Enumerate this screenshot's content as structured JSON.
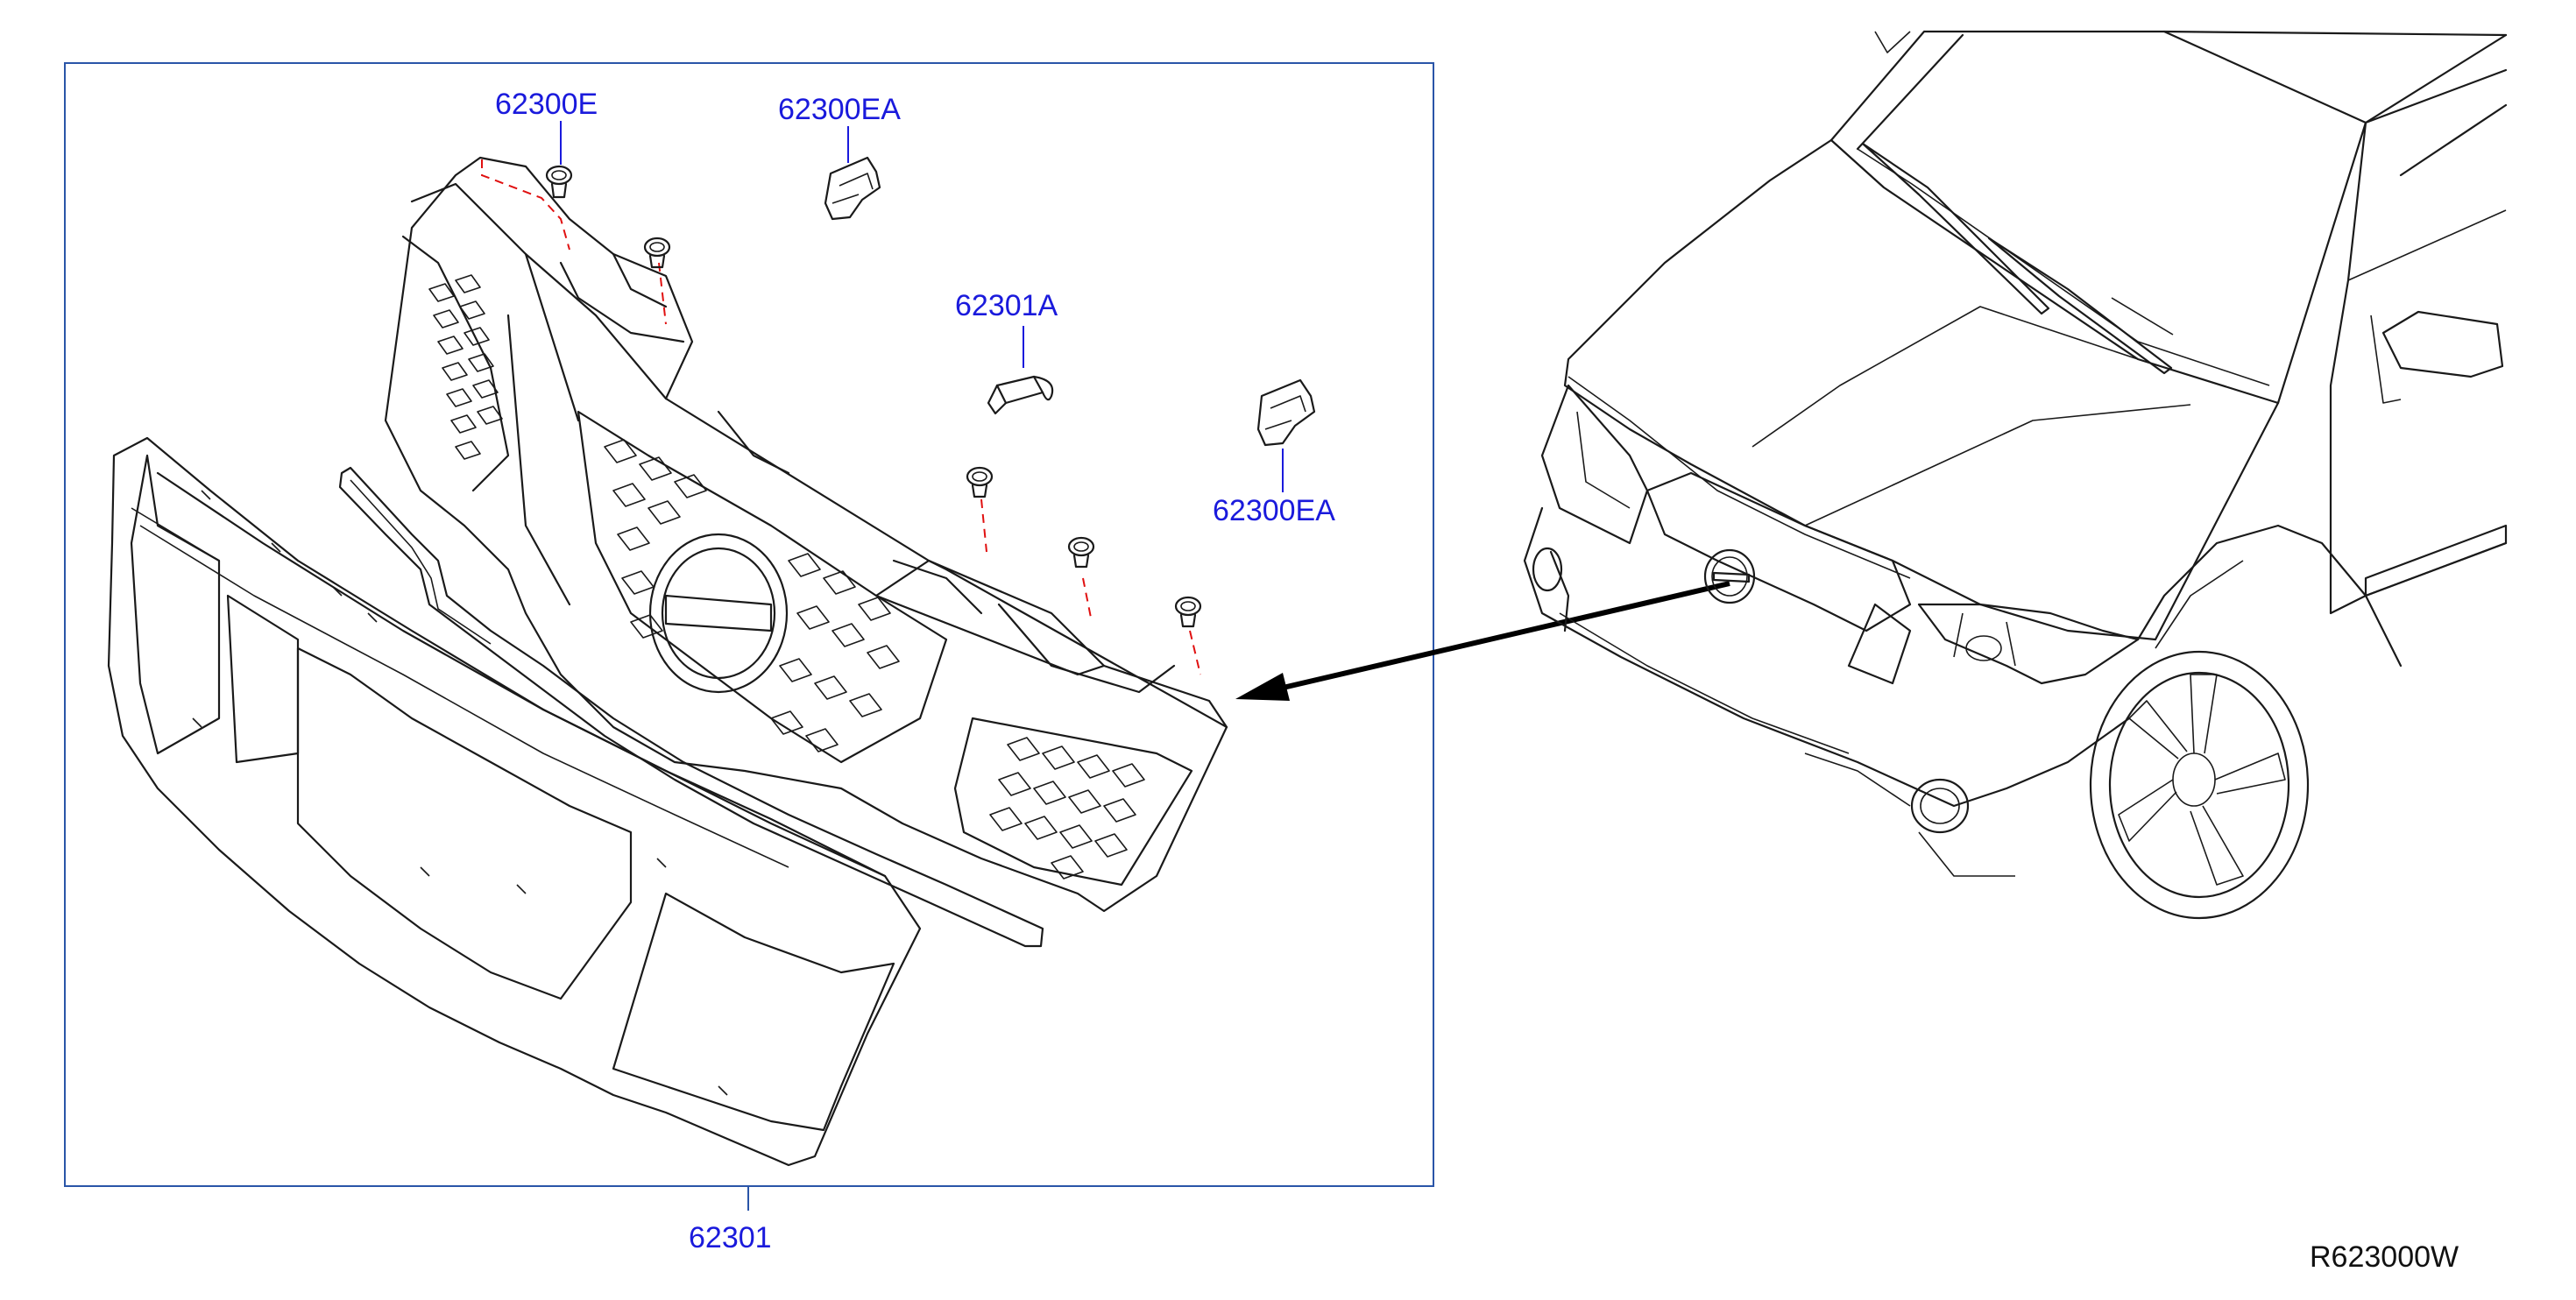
{
  "diagram": {
    "callouts": {
      "clip_62300E": "62300E",
      "clip_62300EA_top": "62300EA",
      "clip_62301A": "62301A",
      "clip_62300EA_right": "62300EA",
      "grille_62301": "62301"
    },
    "reference_code": "R623000W"
  },
  "colors": {
    "callout_text": "#1a1adc",
    "frame": "#2a55a8",
    "fastener_centerline": "#e01010",
    "linework": "#1a1a1a"
  }
}
